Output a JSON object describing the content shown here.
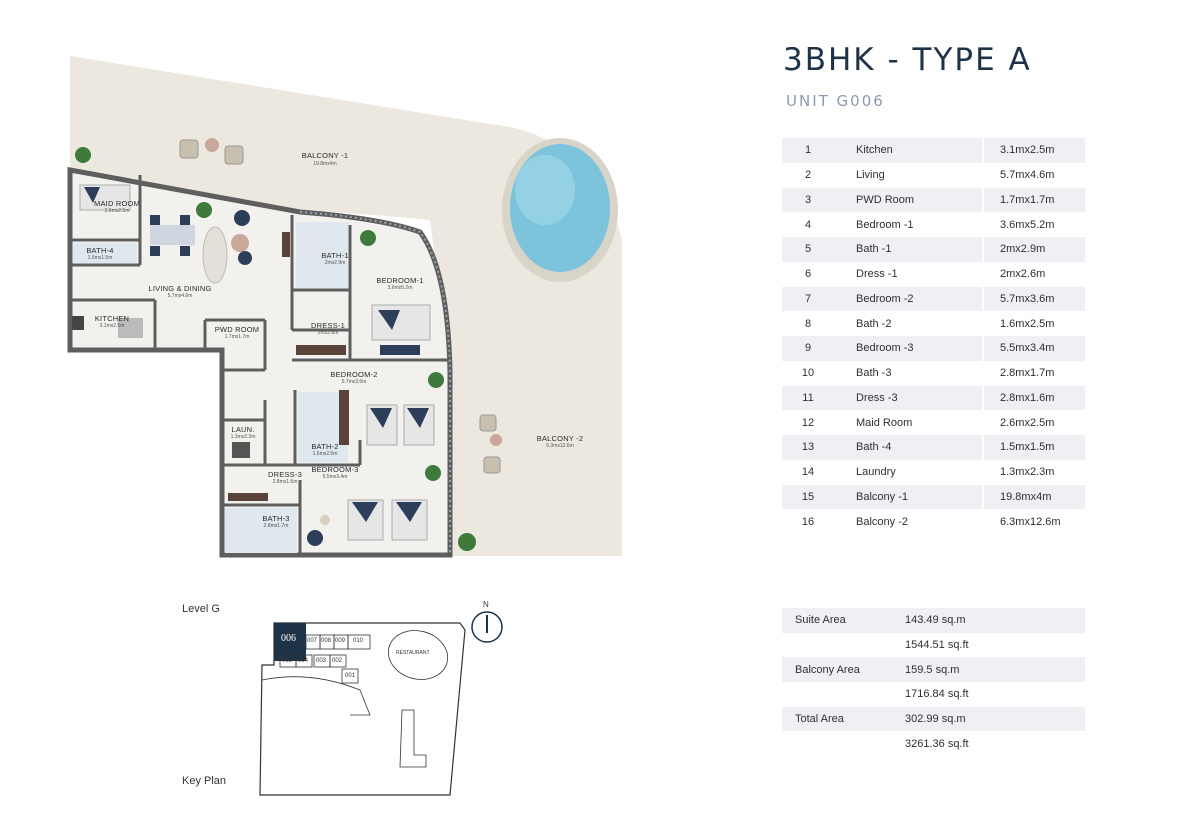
{
  "header": {
    "title": "3BHK - TYPE A",
    "unit": "UNIT G006"
  },
  "rooms": [
    {
      "no": "1",
      "name": "Kitchen",
      "size": "3.1mx2.5m"
    },
    {
      "no": "2",
      "name": "Living",
      "size": "5.7mx4.6m"
    },
    {
      "no": "3",
      "name": "PWD Room",
      "size": "1.7mx1.7m"
    },
    {
      "no": "4",
      "name": "Bedroom -1",
      "size": "3.6mx5.2m"
    },
    {
      "no": "5",
      "name": "Bath -1",
      "size": "2mx2.9m"
    },
    {
      "no": "6",
      "name": "Dress -1",
      "size": "2mx2.6m"
    },
    {
      "no": "7",
      "name": "Bedroom -2",
      "size": "5.7mx3.6m"
    },
    {
      "no": "8",
      "name": "Bath -2",
      "size": "1.6mx2.5m"
    },
    {
      "no": "9",
      "name": "Bedroom -3",
      "size": "5.5mx3.4m"
    },
    {
      "no": "10",
      "name": "Bath -3",
      "size": "2.8mx1.7m"
    },
    {
      "no": "11",
      "name": "Dress -3",
      "size": "2.8mx1.6m"
    },
    {
      "no": "12",
      "name": "Maid Room",
      "size": "2.6mx2.5m"
    },
    {
      "no": "13",
      "name": "Bath -4",
      "size": "1.5mx1.5m"
    },
    {
      "no": "14",
      "name": "Laundry",
      "size": "1.3mx2.3m"
    },
    {
      "no": "15",
      "name": "Balcony -1",
      "size": "19.8mx4m"
    },
    {
      "no": "16",
      "name": "Balcony -2",
      "size": "6.3mx12.6m"
    }
  ],
  "areas": {
    "suite": {
      "label": "Suite Area",
      "sqm": "143.49 sq.m",
      "sqft": "1544.51 sq.ft"
    },
    "balcony": {
      "label": "Balcony Area",
      "sqm": "159.5 sq.m",
      "sqft": "1716.84 sq.ft"
    },
    "total": {
      "label": "Total Area",
      "sqm": "302.99 sq.m",
      "sqft": "3261.36 sq.ft"
    }
  },
  "plan_labels": {
    "balcony1": {
      "name": "BALCONY -1",
      "dim": "19.8mx4m"
    },
    "maid": {
      "name": "MAID ROOM",
      "dim": "2.6mx2.5m"
    },
    "bath4": {
      "name": "BATH-4",
      "dim": "1.5mx1.5m"
    },
    "living": {
      "name": "LIVING & DINING",
      "dim": "5.7mx4.6m"
    },
    "kitchen": {
      "name": "KITCHEN",
      "dim": "3.1mx2.5m"
    },
    "pwd": {
      "name": "PWD ROOM",
      "dim": "1.7mx1.7m"
    },
    "bath1": {
      "name": "BATH-1",
      "dim": "2mx2.9m"
    },
    "bedroom1": {
      "name": "BEDROOM-1",
      "dim": "3.6mx5.2m"
    },
    "dress1": {
      "name": "DRESS-1",
      "dim": "2mx2.6m"
    },
    "bedroom2": {
      "name": "BEDROOM-2",
      "dim": "5.7mx3.6m"
    },
    "laun": {
      "name": "LAUN.",
      "dim": "1.3mx2.3m"
    },
    "bath2": {
      "name": "BATH-2",
      "dim": "1.6mx2.5m"
    },
    "bedroom3": {
      "name": "BEDROOM-3",
      "dim": "5.5mx3.4m"
    },
    "dress3": {
      "name": "DRESS-3",
      "dim": "2.8mx1.6m"
    },
    "bath3": {
      "name": "BATH-3",
      "dim": "2.8mx1.7m"
    },
    "balcony2": {
      "name": "BALCONY -2",
      "dim": "6.3mx12.6m"
    }
  },
  "keyplan": {
    "level": "Level  G",
    "caption": "Key Plan",
    "north": "N",
    "highlight_unit": "006",
    "units_top": [
      "007",
      "008",
      "009",
      "010"
    ],
    "units_bottom": [
      "005",
      "004",
      "003",
      "002"
    ],
    "unit_side": "001",
    "restaurant": "RESTAURANT"
  },
  "colors": {
    "title": "#1f3348",
    "subtitle": "#8a9ab0",
    "highlight": "#1f3348",
    "pool": "#7cc3dc",
    "balcony": "#ece8e0",
    "wall": "#5e5e5e"
  }
}
